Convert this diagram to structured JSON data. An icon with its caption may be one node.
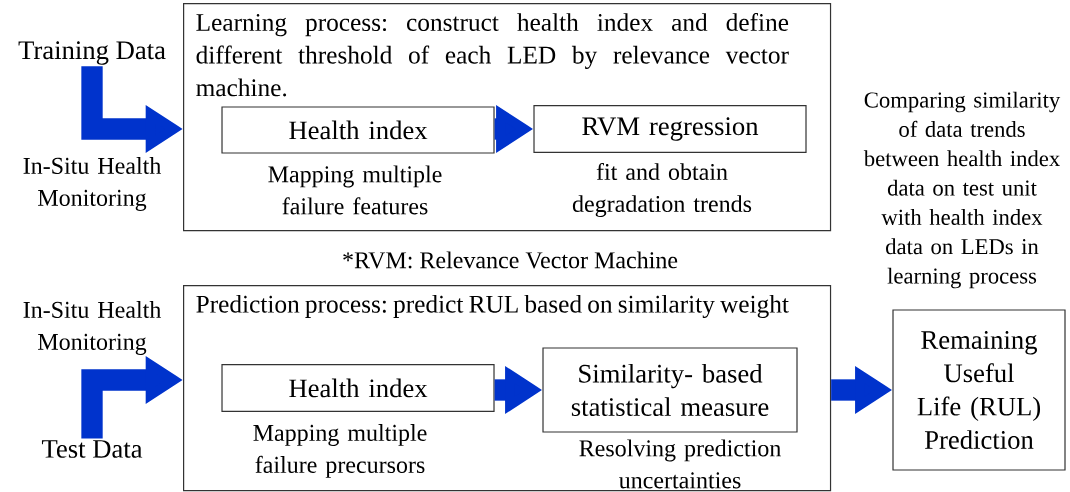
{
  "diagram": {
    "nodes": [
      {
        "text": [
          "Training Data"
        ]
      },
      {
        "text": [
          "Learning process: construct health index and define different threshold of each LED by relevance vector machine."
        ]
      },
      {
        "text": [
          "Health index"
        ],
        "in": 1,
        "beside": [
          "Mapping multiple failure features"
        ]
      },
      {
        "text": [
          "RVM regression"
        ],
        "in": 1,
        "beside": [
          "fit and obtain degradation trends"
        ]
      },
      {
        "text": [
          "Prediction process: predict RUL based on similarity weight"
        ]
      },
      {
        "text": [
          "Health index"
        ],
        "in": 4,
        "beside": [
          "Mapping multiple failure precursors"
        ]
      },
      {
        "text": [
          "Similarity- based statistical measure"
        ],
        "in": 4,
        "beside": [
          "Resolving prediction uncertainties"
        ]
      },
      {
        "text": [
          "Remaining Useful Life (RUL) Prediction"
        ]
      },
      {
        "text": [
          "Test Data"
        ]
      }
    ],
    "edges": [
      {
        "from": 0,
        "to": 1,
        "arrow": "to"
      },
      {
        "from": 2,
        "to": 3,
        "arrow": "to"
      },
      {
        "from": 8,
        "to": 4,
        "arrow": "to"
      },
      {
        "from": 5,
        "to": 6,
        "arrow": "to"
      },
      {
        "from": 4,
        "to": 7,
        "arrow": "to"
      }
    ],
    "labels": [
      "In-Situ Health Monitoring",
      "Comparing similarity of data trends between health index data on test unit with health index data on LEDs in learning process",
      "*RVM: Relevance Vector Machine",
      "In-Situ Health Monitoring"
    ]
  }
}
